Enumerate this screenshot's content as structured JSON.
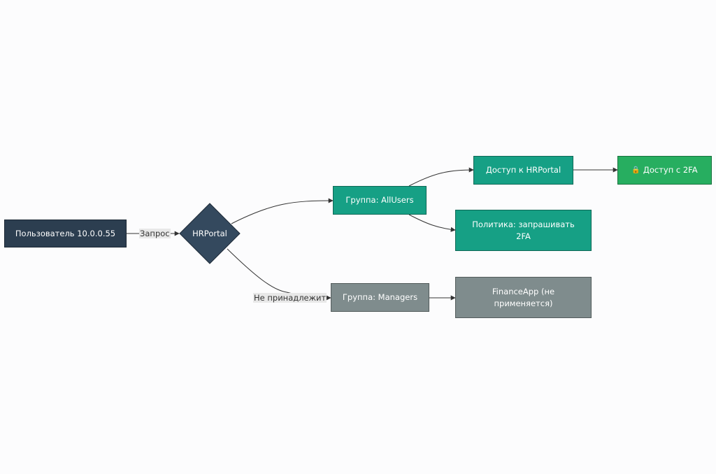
{
  "colors": {
    "user_node": "#2c3e50",
    "decision_node": "#34495e",
    "group_node": "#16a085",
    "inactive_node": "#7f8c8d",
    "success_node": "#27ae60",
    "edge": "#333333",
    "edge_label_bg": "#e8e8e8"
  },
  "nodes": {
    "user": {
      "label": "Пользователь 10.0.0.55"
    },
    "hrportal": {
      "label": "HRPortal",
      "shape": "diamond"
    },
    "group_allusers": {
      "label": "Группа: AllUsers"
    },
    "access_hrportal": {
      "label": "Доступ к HRPortal"
    },
    "access_2fa": {
      "icon": "lock-icon",
      "icon_glyph": "🔒",
      "label": "Доступ с 2FA"
    },
    "policy_2fa": {
      "label_line1": "Политика: запрашивать",
      "label_line2": "2FA"
    },
    "group_managers": {
      "label": "Группа: Managers"
    },
    "financeapp": {
      "label_line1": "FinanceApp (не",
      "label_line2": "применяется)"
    }
  },
  "edges": {
    "user_to_hrportal": {
      "label": "Запрос"
    },
    "hrportal_to_managers": {
      "label": "Не принадлежит"
    }
  }
}
